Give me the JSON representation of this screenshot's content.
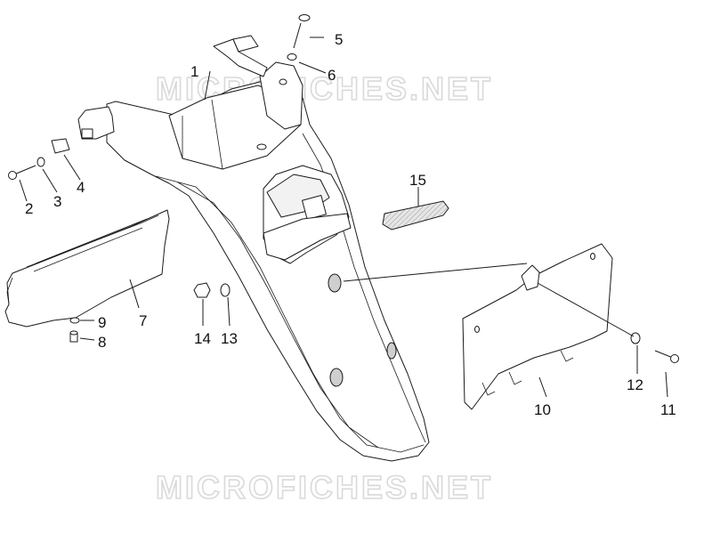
{
  "watermark": {
    "text": "MICROFICHES.NET",
    "color": "#d9d9d9"
  },
  "callouts": [
    {
      "id": "1",
      "label": "1"
    },
    {
      "id": "2",
      "label": "2"
    },
    {
      "id": "3",
      "label": "3"
    },
    {
      "id": "4",
      "label": "4"
    },
    {
      "id": "5",
      "label": "5"
    },
    {
      "id": "6",
      "label": "6"
    },
    {
      "id": "7",
      "label": "7"
    },
    {
      "id": "8",
      "label": "8"
    },
    {
      "id": "9",
      "label": "9"
    },
    {
      "id": "10",
      "label": "10"
    },
    {
      "id": "11",
      "label": "11"
    },
    {
      "id": "12",
      "label": "12"
    },
    {
      "id": "13",
      "label": "13"
    },
    {
      "id": "14",
      "label": "14"
    },
    {
      "id": "15",
      "label": "15"
    }
  ],
  "colors": {
    "line": "#1a1a1a",
    "background": "#ffffff",
    "reflector": "#c8c8c8"
  }
}
